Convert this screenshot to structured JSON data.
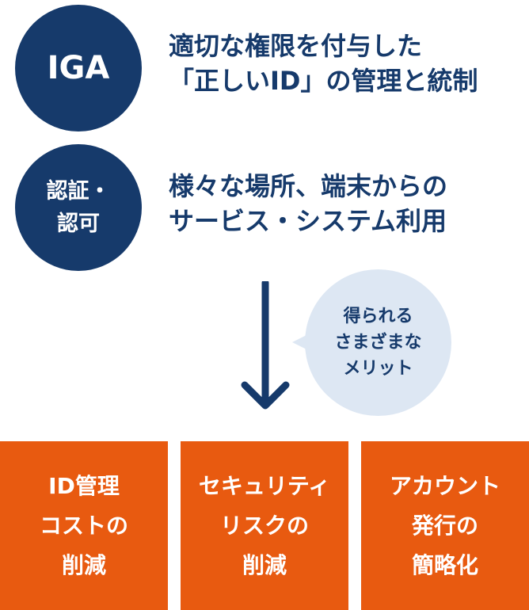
{
  "colors": {
    "navy": "#163a6b",
    "bubble_bg": "#dde7f3",
    "orange": "#e85a10",
    "background": "#ffffff"
  },
  "items": [
    {
      "circle_label": "IGA",
      "description": [
        "適切な権限を付与した",
        "「正しいID」の管理と統制"
      ]
    },
    {
      "circle_label_lines": [
        "認証・",
        "認可"
      ],
      "description": [
        "様々な場所、端末からの",
        "サービス・システム利用"
      ]
    }
  ],
  "arrow_icon": "down-arrow-icon",
  "bubble": {
    "lines": [
      "得られる",
      "さまざまな",
      "メリット"
    ]
  },
  "benefits": [
    {
      "lines": [
        "ID管理",
        "コストの",
        "削減"
      ]
    },
    {
      "lines": [
        "セキュリティ",
        "リスクの",
        "削減"
      ]
    },
    {
      "lines": [
        "アカウント",
        "発行の",
        "簡略化"
      ]
    }
  ]
}
